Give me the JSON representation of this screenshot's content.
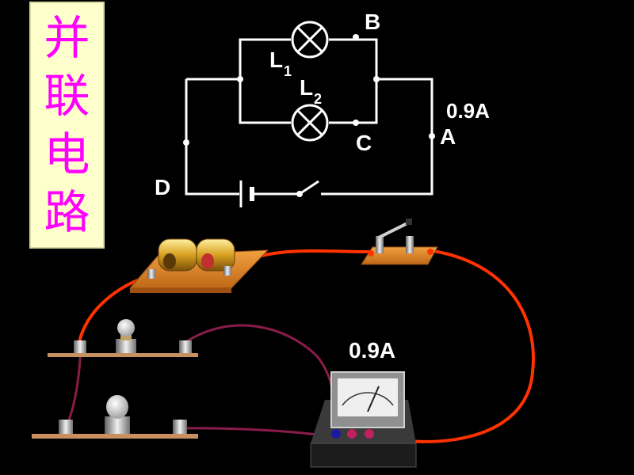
{
  "title": {
    "chars": [
      "并",
      "联",
      "电",
      "路"
    ]
  },
  "schematic": {
    "label_b": "B",
    "label_c": "C",
    "label_a": "A",
    "label_d": "D",
    "label_l1": "L",
    "label_l1_sub": "1",
    "label_l2": "L",
    "label_l2_sub": "2",
    "current_reading": "0.9A"
  },
  "apparatus": {
    "ammeter_reading": "0.9A"
  },
  "colors": {
    "wire_schematic": "#ffffff",
    "wire_red": "#ff3300",
    "wire_purple": "#8a1c4a",
    "title_bg": "#ffffcc",
    "title_text": "#ff00ff"
  }
}
